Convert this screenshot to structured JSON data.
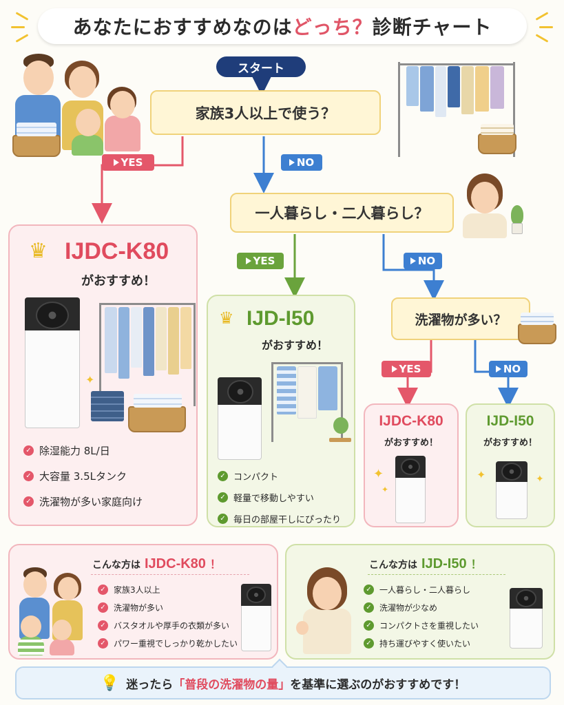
{
  "title": {
    "prefix": "あなたにおすすめなのは",
    "highlight": "どっち？",
    "suffix": "診断チャート"
  },
  "start_label": "スタート",
  "questions": {
    "q1": "家族3人以上で使う？",
    "q2": "一人暮らし・二人暮らし？",
    "q3": "洗濯物が多い？"
  },
  "branches": {
    "yes": "YES",
    "no": "NO"
  },
  "results": {
    "big_left": {
      "model": "IJDC-K80",
      "recommend": "がおすすめ！",
      "features": [
        "除湿能力 8L/日",
        "大容量 3.5Lタンク",
        "洗濯物が多い家庭向け"
      ]
    },
    "mid": {
      "model": "IJD-I50",
      "recommend": "がおすすめ！",
      "features": [
        "コンパクト",
        "軽量で移動しやすい",
        "毎日の部屋干しにぴったり"
      ]
    },
    "small_red": {
      "model": "IJDC-K80",
      "recommend": "がおすすめ！"
    },
    "small_green": {
      "model": "IJD-I50",
      "recommend": "がおすすめ！"
    }
  },
  "persona": {
    "k80": {
      "lead": "こんな方は",
      "model": "IJDC-K80",
      "mark": "！",
      "items": [
        "家族3人以上",
        "洗濯物が多い",
        "バスタオルや厚手の衣類が多い",
        "パワー重視でしっかり乾かしたい"
      ]
    },
    "i50": {
      "lead": "こんな方は",
      "model": "IJD-I50",
      "mark": "！",
      "items": [
        "一人暮らし・二人暮らし",
        "洗濯物が少なめ",
        "コンパクトさを重視したい",
        "持ち運びやすく使いたい"
      ]
    }
  },
  "tip": {
    "prefix": "迷ったら",
    "highlight": "「普段の洗濯物の量」",
    "suffix": "を基準に選ぶのがおすすめです！"
  },
  "colors": {
    "red": "#e4576a",
    "blue": "#3d7fd1",
    "green": "#6aa33c",
    "navy": "#1f3d7a",
    "question_bg": "#fff6d6"
  },
  "icons": [
    "crown-icon",
    "check-icon",
    "lightbulb-icon",
    "sparkle-icon"
  ]
}
